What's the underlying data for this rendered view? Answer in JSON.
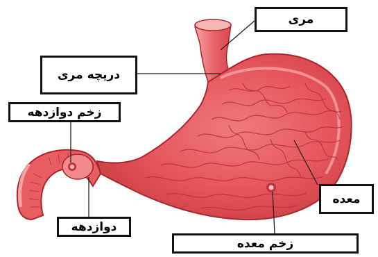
{
  "labels": {
    "esophagus": "مری",
    "esophageal_sphincter": "دریچه مری",
    "duodenal_ulcer": "زخم دوازدهه",
    "stomach": "معده",
    "duodenum": "دوازدهه",
    "gastric_ulcer": "زخم معده"
  },
  "colors": {
    "tissue": "#e8565a",
    "tissue_light": "#f39a9a",
    "tissue_dark": "#c2343b",
    "outline": "#a8262c",
    "box_border": "#111111"
  },
  "icons": {
    "stomach_illustration": "stomach-illustration",
    "ulcer_marker": "ulcer-icon"
  }
}
